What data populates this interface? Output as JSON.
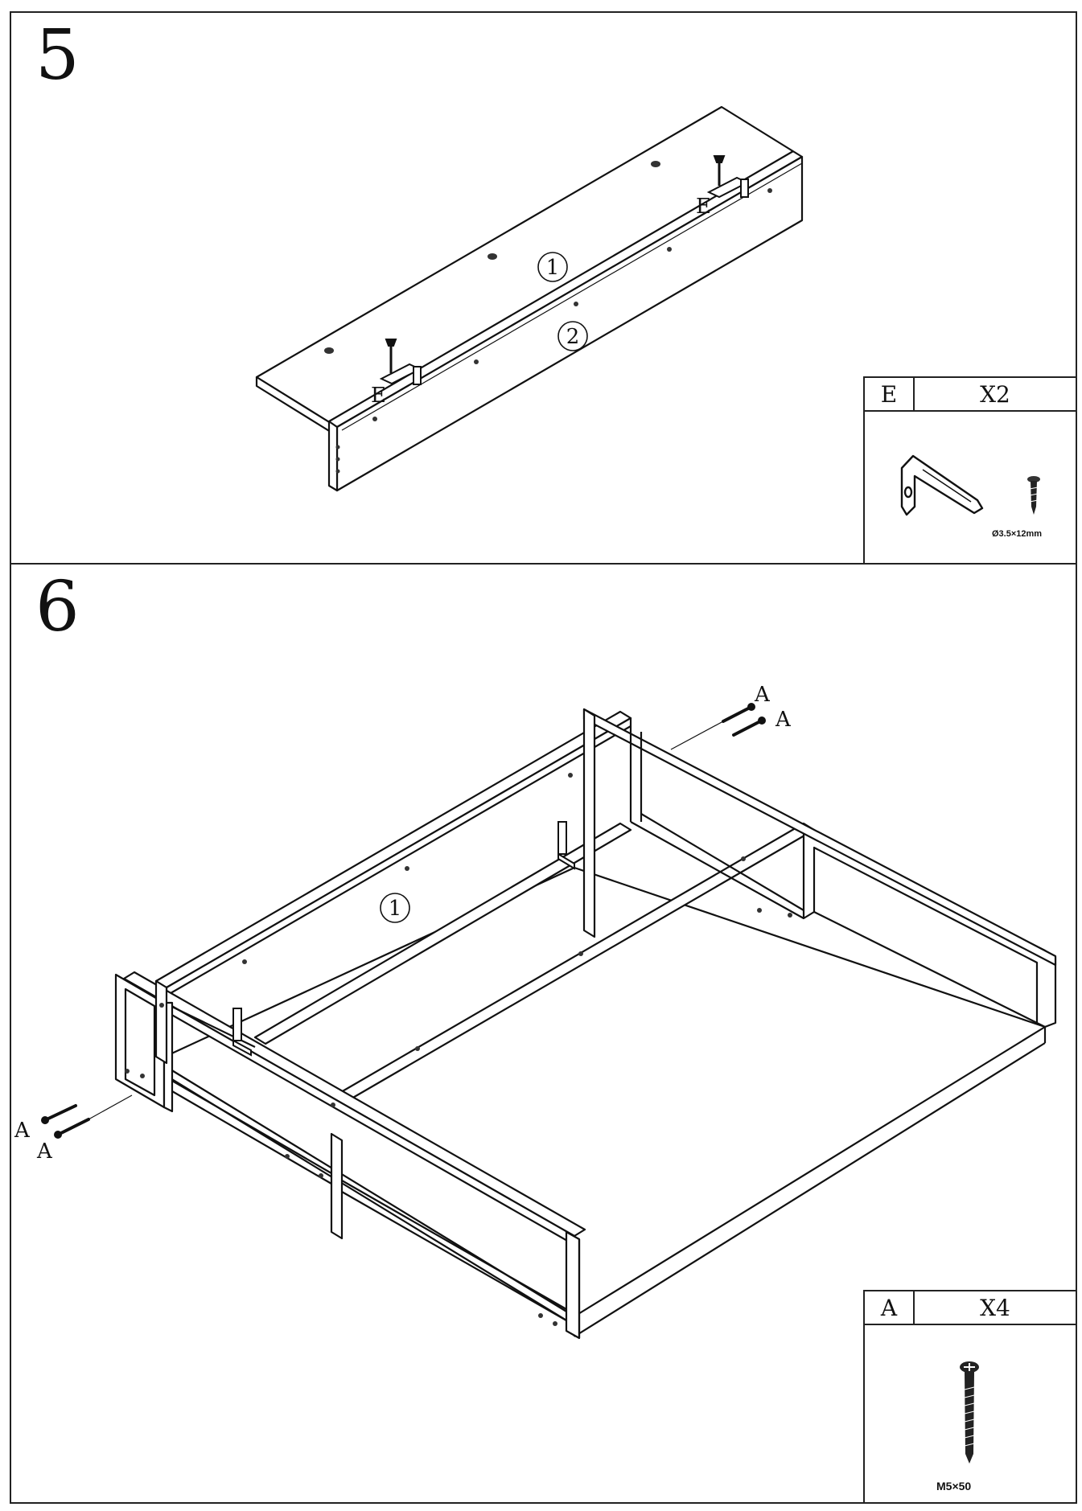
{
  "steps": [
    {
      "number": "5",
      "callouts": {
        "part_1": "1",
        "part_2": "2",
        "fastener_left": "E",
        "fastener_right": "E"
      },
      "parts": {
        "letter": "E",
        "quantity": "X2",
        "spec": "Ø3.5×12mm"
      }
    },
    {
      "number": "6",
      "callouts": {
        "part_1": "1",
        "screw_a1": "A",
        "screw_a2": "A",
        "screw_a3": "A",
        "screw_a4": "A"
      },
      "parts": {
        "letter": "A",
        "quantity": "X4",
        "spec": "M5×50"
      }
    }
  ]
}
